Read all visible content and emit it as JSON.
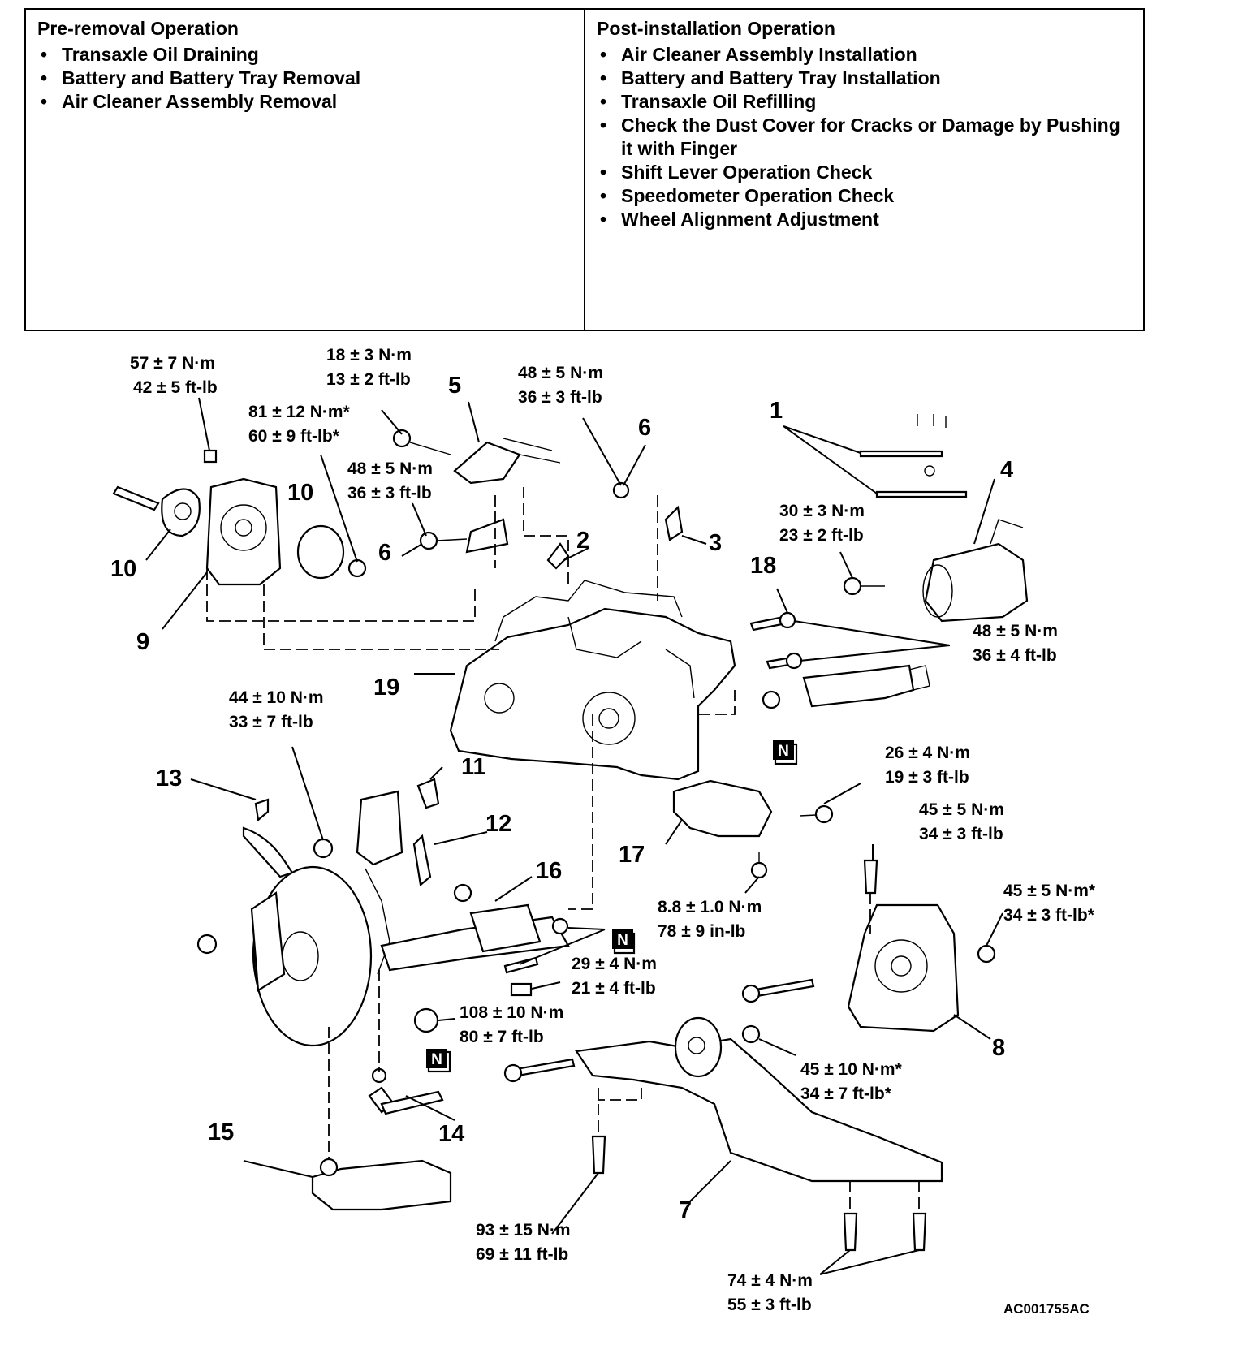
{
  "pre_removal": {
    "title": "Pre-removal Operation",
    "items": [
      "Transaxle Oil Draining",
      "Battery and Battery Tray Removal",
      "Air Cleaner Assembly Removal"
    ]
  },
  "post_installation": {
    "title": "Post-installation Operation",
    "items": [
      "Air Cleaner Assembly Installation",
      "Battery and Battery Tray Installation",
      "Transaxle Oil Refilling",
      "Check the Dust Cover for Cracks or Damage by Pushing it with Finger",
      "Shift Lever Operation Check",
      "Speedometer Operation Check",
      "Wheel Alignment Adjustment"
    ]
  },
  "diagram": {
    "torques": {
      "t57": [
        "57 ± 7 N·m",
        "42 ± 5 ft-lb"
      ],
      "t18": [
        "18 ± 3 N·m",
        "13 ± 2 ft-lb"
      ],
      "t48a": [
        "48 ± 5 N·m",
        "36 ± 3 ft-lb"
      ],
      "t81": [
        "81 ± 12 N·m*",
        "60 ± 9 ft-lb*"
      ],
      "t48b": [
        "48 ± 5 N·m",
        "36 ± 3 ft-lb"
      ],
      "t30": [
        "30 ± 3 N·m",
        "23 ± 2 ft-lb"
      ],
      "t48c": [
        "48 ± 5 N·m",
        "36 ± 4 ft-lb"
      ],
      "t44": [
        "44 ± 10 N·m",
        "33 ± 7 ft-lb"
      ],
      "t26": [
        "26 ± 4 N·m",
        "19 ± 3 ft-lb"
      ],
      "t45a": [
        "45 ± 5 N·m",
        "34 ± 3 ft-lb"
      ],
      "t45b": [
        "45 ± 5 N·m*",
        "34 ± 3 ft-lb*"
      ],
      "t88": [
        "8.8 ± 1.0 N·m",
        "78 ± 9 in-lb"
      ],
      "t29": [
        "29 ± 4 N·m",
        "21 ± 4 ft-lb"
      ],
      "t108": [
        "108 ± 10 N·m",
        "80 ± 7 ft-lb"
      ],
      "t45c": [
        "45 ± 10 N·m*",
        "34 ± 7 ft-lb*"
      ],
      "t93": [
        "93 ± 15 N·m",
        "69 ± 11 ft-lb"
      ],
      "t74": [
        "74 ± 4 N·m",
        "55 ± 3 ft-lb"
      ]
    },
    "part_numbers": {
      "p1": "1",
      "p2": "2",
      "p3": "3",
      "p4": "4",
      "p5": "5",
      "p6a": "6",
      "p6b": "6",
      "p7": "7",
      "p8": "8",
      "p9": "9",
      "p10a": "10",
      "p10b": "10",
      "p11": "11",
      "p12": "12",
      "p13": "13",
      "p14": "14",
      "p15": "15",
      "p16": "16",
      "p17": "17",
      "p18": "18",
      "p19": "19"
    },
    "new_part_mark": "N",
    "figure_code": "AC001755AC"
  }
}
